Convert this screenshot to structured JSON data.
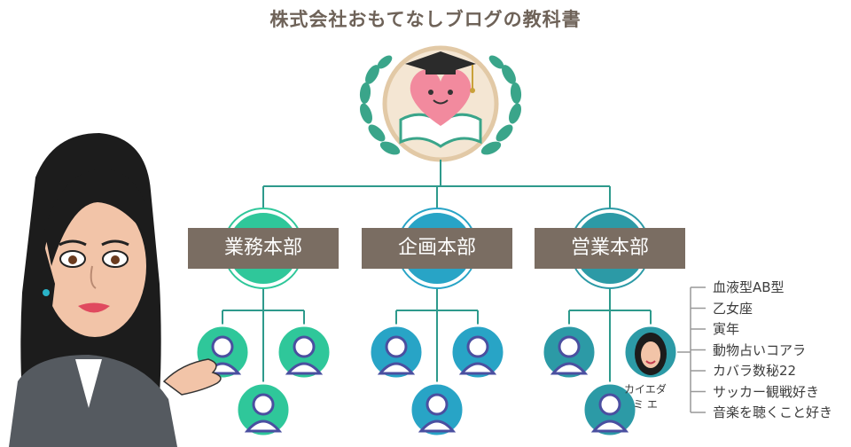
{
  "title": "株式会社おもてなしブログの教科書",
  "departments": [
    {
      "name": "業務本部",
      "color": "#2fc79a",
      "members": 3
    },
    {
      "name": "企画本部",
      "color": "#28a4c6",
      "members": 3
    },
    {
      "name": "営業本部",
      "color": "#2c9aa6",
      "members": 3
    }
  ],
  "member_photo": {
    "line1": "カイエダ",
    "line2": "ミ エ"
  },
  "traits": [
    "血液型AB型",
    "乙女座",
    "寅年",
    "動物占いコアラ",
    "カバラ数秘22",
    "サッカー観戦好き",
    "音楽を聴くこと好き"
  ],
  "colors": {
    "connector": "#2e9a8c",
    "avatar_head": "#4a4fa0",
    "brand_box": "#7a6d62",
    "heart": "#f28a9e",
    "laurel": "#3aa58a"
  }
}
